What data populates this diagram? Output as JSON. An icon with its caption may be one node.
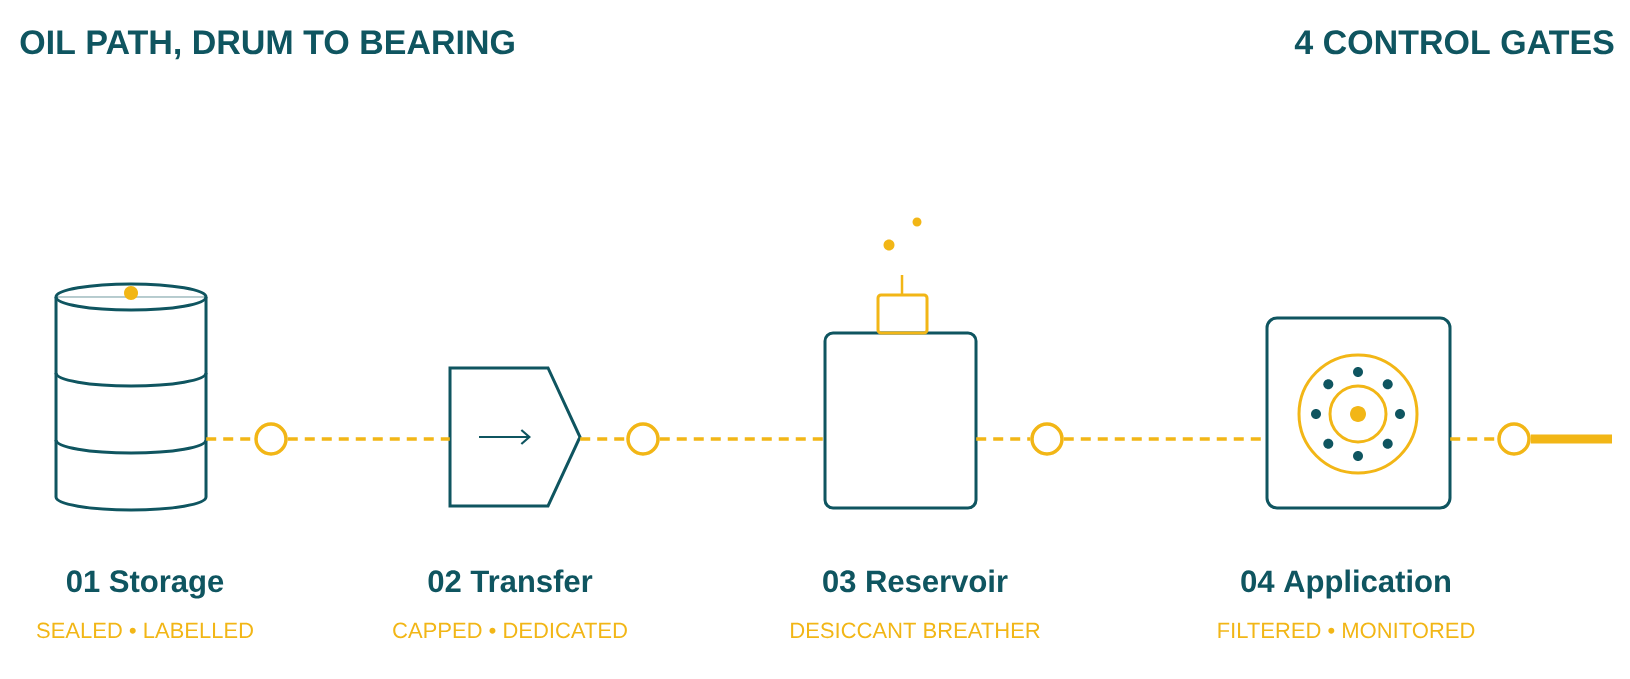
{
  "diagram": {
    "title": "OIL PATH, DRUM TO BEARING",
    "nodes": [
      {
        "text": [
          "01 Storage",
          "SEALED • LABELLED"
        ]
      },
      {
        "text": [],
        "shape": "circle"
      },
      {
        "text": [
          "02 Transfer",
          "CAPPED • DEDICATED"
        ]
      },
      {
        "text": [],
        "shape": "circle"
      },
      {
        "text": [
          "03 Reservoir",
          "DESICCANT BREATHER"
        ]
      },
      {
        "text": [],
        "shape": "circle"
      },
      {
        "text": [
          "04 Application",
          "FILTERED • MONITORED"
        ]
      },
      {
        "text": [],
        "shape": "circle"
      }
    ],
    "edges": [
      {
        "from": 0,
        "to": 1,
        "arrow": "none",
        "style": "dashed"
      },
      {
        "from": 1,
        "to": 2,
        "arrow": "none",
        "style": "dashed"
      },
      {
        "from": 2,
        "to": 3,
        "arrow": "none",
        "style": "dashed"
      },
      {
        "from": 3,
        "to": 4,
        "arrow": "none",
        "style": "dashed"
      },
      {
        "from": 4,
        "to": 5,
        "arrow": "none",
        "style": "dashed"
      },
      {
        "from": 5,
        "to": 6,
        "arrow": "none",
        "style": "dashed"
      },
      {
        "from": 6,
        "to": 7,
        "arrow": "none",
        "style": "dashed"
      },
      {
        "from": 7,
        "to": null,
        "arrow": "none",
        "style": "thick"
      }
    ],
    "labels": [
      "4 CONTROL GATES"
    ]
  }
}
